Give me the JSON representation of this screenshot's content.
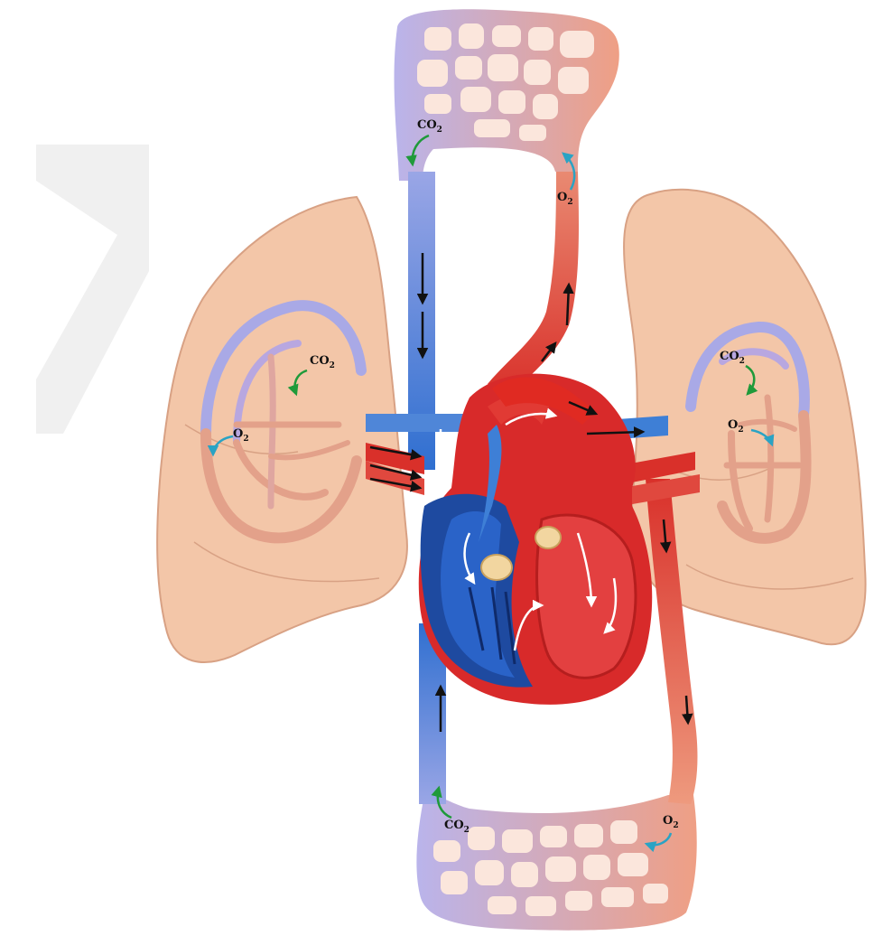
{
  "diagram": {
    "colors": {
      "oxygenated": "#d9302a",
      "deoxygenated": "#2f6fd0",
      "capillary_bed": "#f2b9a6",
      "lung_tissue": "#f3c6a8",
      "co2_arrow": "#1f9a3a",
      "o2_arrow": "#2aa3c4",
      "flow_arrow": "#111111",
      "watermark": "#e9e9e9"
    },
    "labels": {
      "upper_co2": {
        "base": "CO",
        "sub": "2"
      },
      "upper_o2": {
        "base": "O",
        "sub": "2"
      },
      "left_lung_co2": {
        "base": "CO",
        "sub": "2"
      },
      "left_lung_o2": {
        "base": "O",
        "sub": "2"
      },
      "right_lung_co2": {
        "base": "CO",
        "sub": "2"
      },
      "right_lung_o2": {
        "base": "O",
        "sub": "2"
      },
      "lower_co2": {
        "base": "CO",
        "sub": "2"
      },
      "lower_o2": {
        "base": "O",
        "sub": "2"
      }
    }
  }
}
